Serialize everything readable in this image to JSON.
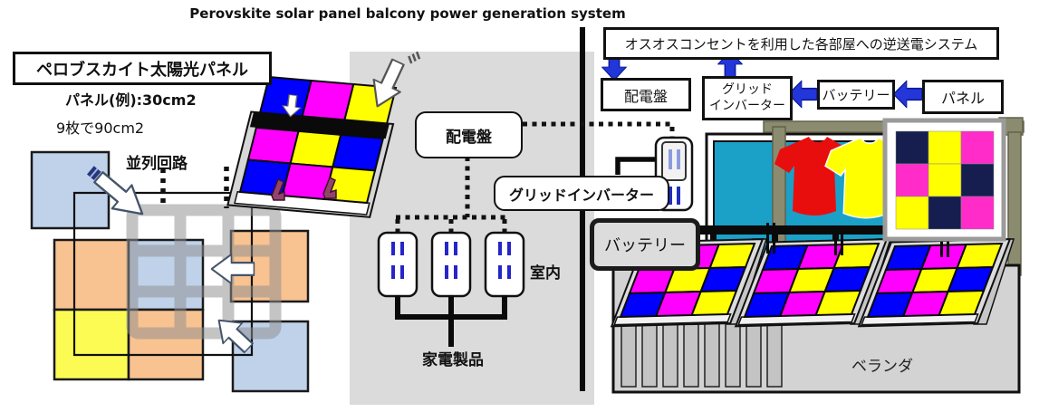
{
  "title": "Perovskite solar panel balcony power generation system",
  "left_diagram": {
    "heading": "ペロブスカイト太陽光パネル",
    "panel_example": "パネル(例):30cm2",
    "panel_total": "9枚で90cm2",
    "parallel_circuit": "並列回路"
  },
  "indoor": {
    "distribution_board": "配電盤",
    "grid_inverter": "グリッドインバーター",
    "room": "室内",
    "appliances": "家電製品"
  },
  "flow": {
    "system_title": "オスオスコンセントを利用した各部屋への逆送電システム",
    "distribution_board": "配電盤",
    "grid_inverter_line1": "グリッド",
    "grid_inverter_line2": "インバーター",
    "battery": "バッテリー",
    "panel": "パネル"
  },
  "balcony": {
    "battery": "バッテリー",
    "veranda": "ベランダ"
  },
  "colors": {
    "cell_blue": "#0000FE",
    "cell_magenta": "#FF00FE",
    "cell_yellow": "#FFFF01",
    "cell_navy": "#151E4E",
    "window_teal": "#1BA0C8",
    "railing_khaki": "#8B8B70",
    "flow_arrow_blue": "#2236D9",
    "square_orange": "#F8C291",
    "square_light_blue": "#BFD2EA",
    "square_yellow": "#FBFB54",
    "indoor_gray": "#DBDBDB",
    "balcony_gray": "#D3D3D3"
  }
}
